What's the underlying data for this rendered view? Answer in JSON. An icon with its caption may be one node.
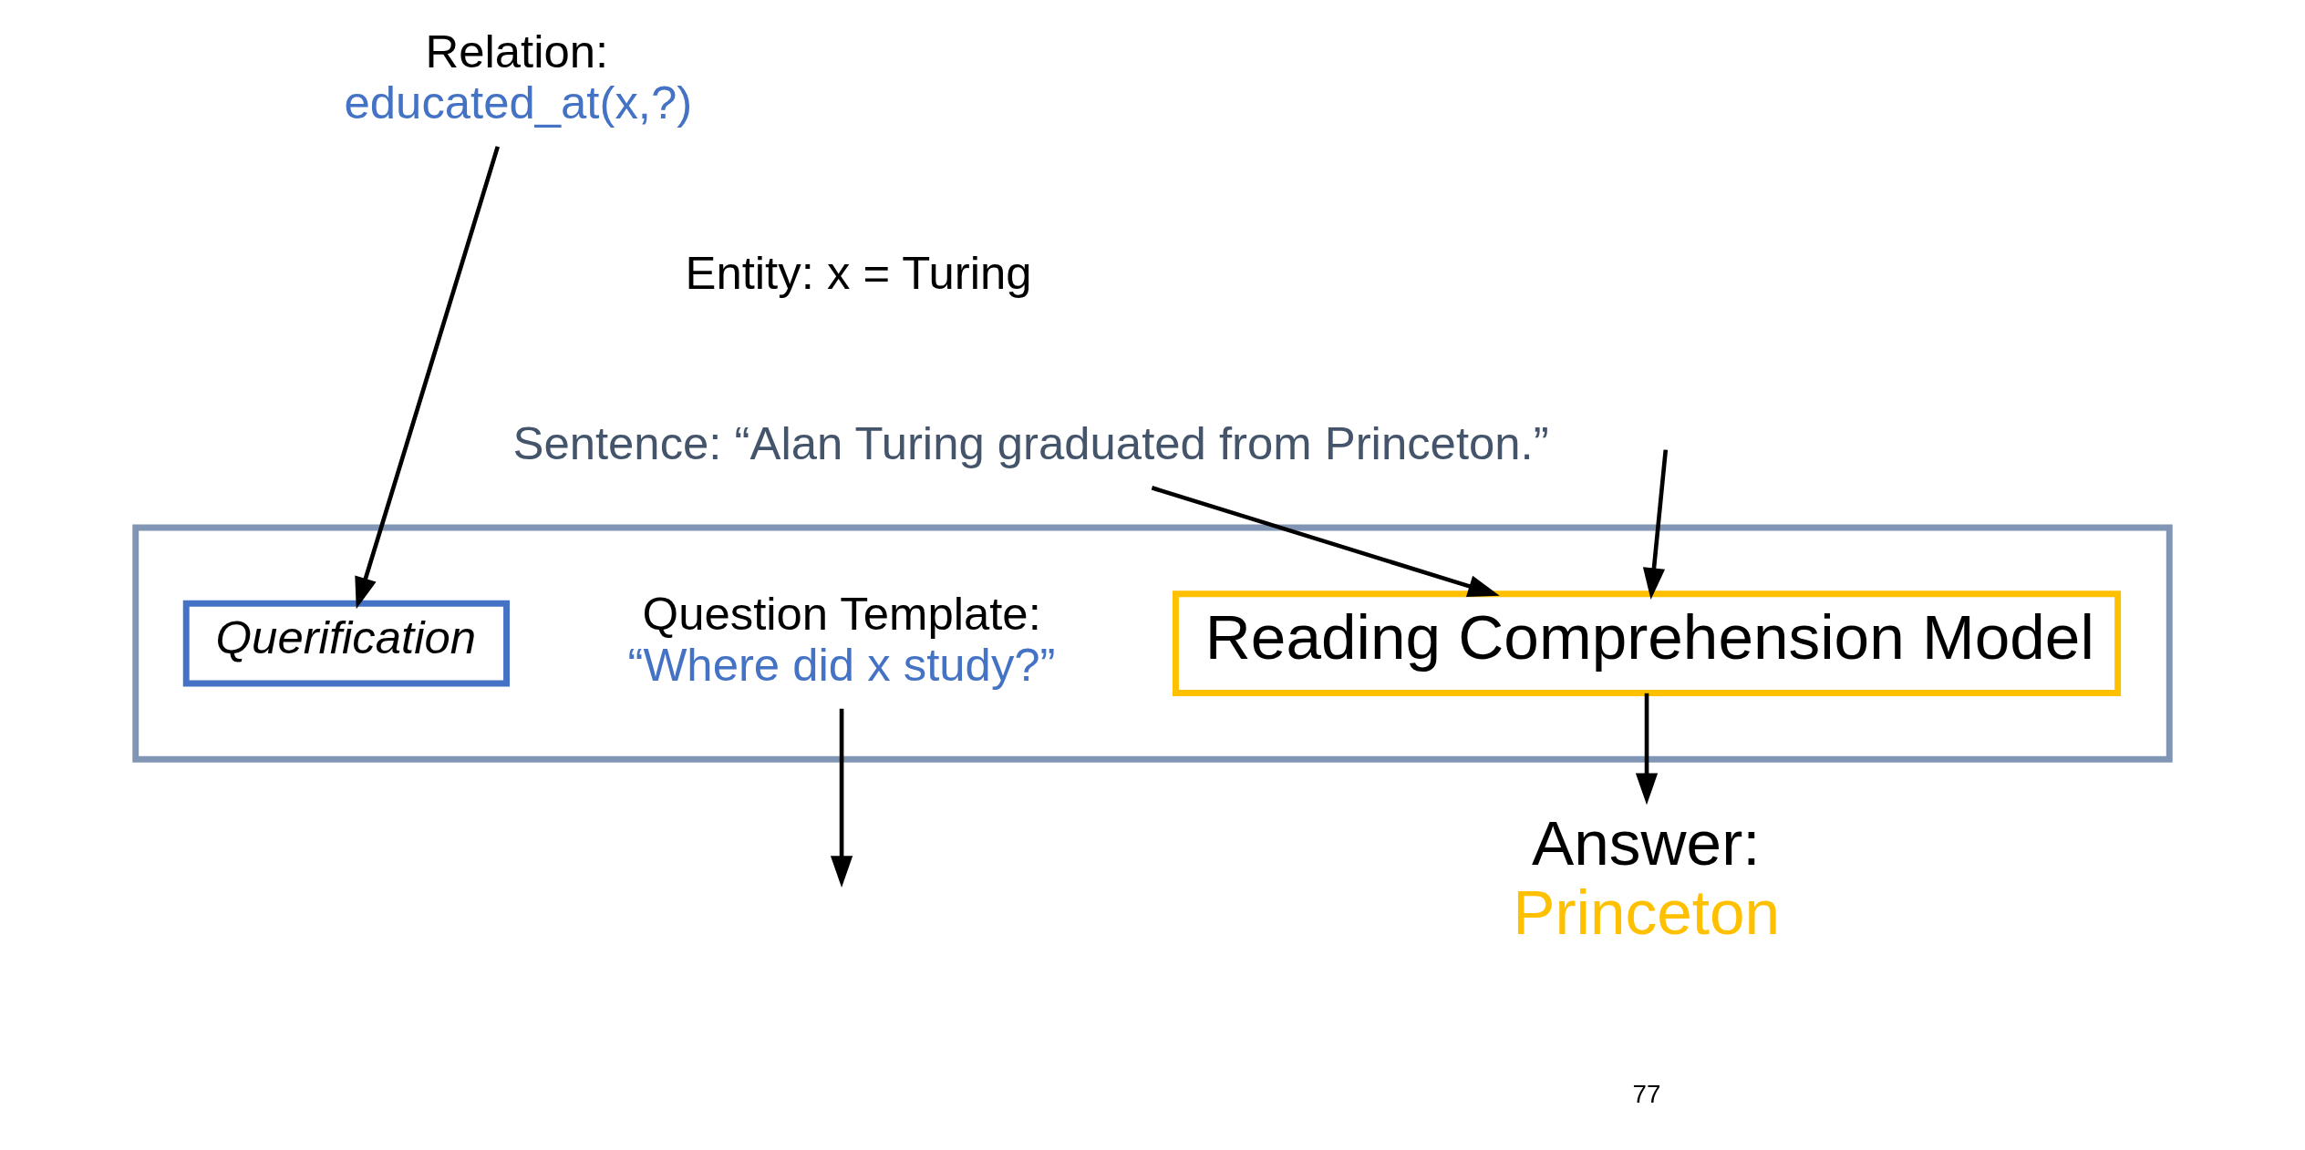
{
  "diagram": {
    "nodes": [
      {
        "text": [],
        "shape": "box"
      },
      {
        "text": [
          "Relation:",
          "educated_at(x,?)"
        ]
      },
      {
        "text": [
          "Querification"
        ],
        "in": 0
      },
      {
        "text": [
          "Question Template:",
          "“Where did x study?”"
        ],
        "in": 0
      },
      {
        "text": [
          "Sentence: “Alan Turing graduated from Princeton.”"
        ]
      },
      {
        "text": [
          "Reading Comprehension Model"
        ],
        "in": 0
      },
      {
        "text": [
          "Answer:",
          "Princeton"
        ]
      }
    ],
    "edges": [
      {
        "from": 1,
        "to": 2,
        "arrow": "to"
      },
      {
        "from": 3,
        "to": null,
        "arrow": "to"
      },
      {
        "from": null,
        "to": 5,
        "arrow": "to"
      },
      {
        "from": 4,
        "to": 5,
        "arrow": "to"
      },
      {
        "from": 5,
        "to": 6,
        "arrow": "to"
      }
    ],
    "labels": [
      "Entity: x = Turing",
      "77"
    ]
  }
}
